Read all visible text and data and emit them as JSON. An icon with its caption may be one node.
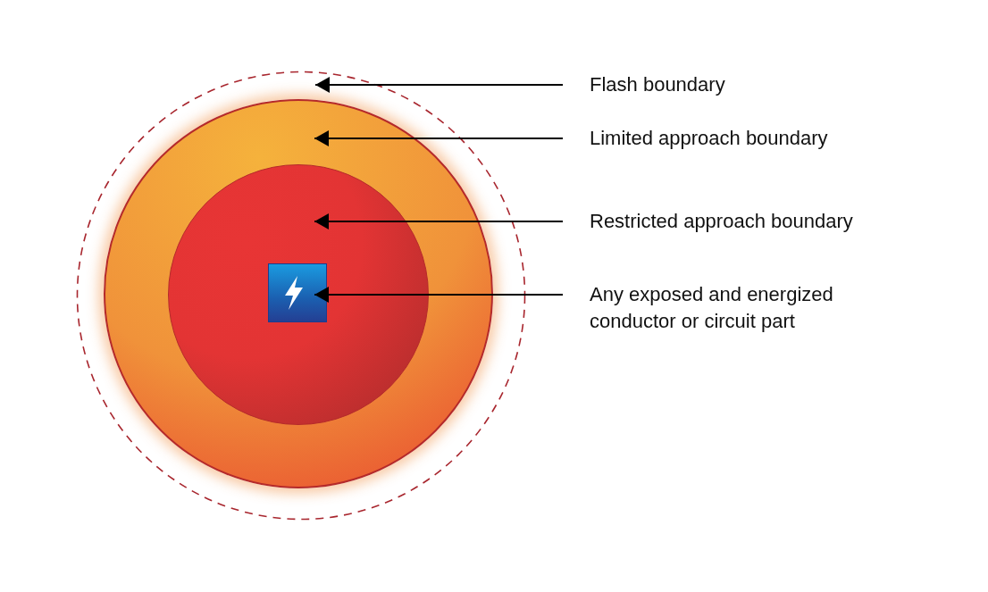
{
  "diagram": {
    "nodes": [
      {
        "text": [],
        "shape": "circle"
      },
      {
        "text": [],
        "shape": "circle",
        "in": 0
      },
      {
        "text": [],
        "shape": "circle",
        "in": 1
      },
      {
        "text": [],
        "shape": "box",
        "in": 2
      },
      {
        "text": [
          "Flash boundary"
        ]
      },
      {
        "text": [
          "Limited approach boundary"
        ]
      },
      {
        "text": [
          "Restricted approach boundary"
        ]
      },
      {
        "text": [
          "Any exposed and energized conductor or circuit part"
        ]
      }
    ],
    "edges": [
      {
        "from": 4,
        "to": 0,
        "arrow": "to"
      },
      {
        "from": 5,
        "to": 1,
        "arrow": "to"
      },
      {
        "from": 6,
        "to": 2,
        "arrow": "to"
      },
      {
        "from": 7,
        "to": 3,
        "arrow": "to"
      }
    ]
  }
}
